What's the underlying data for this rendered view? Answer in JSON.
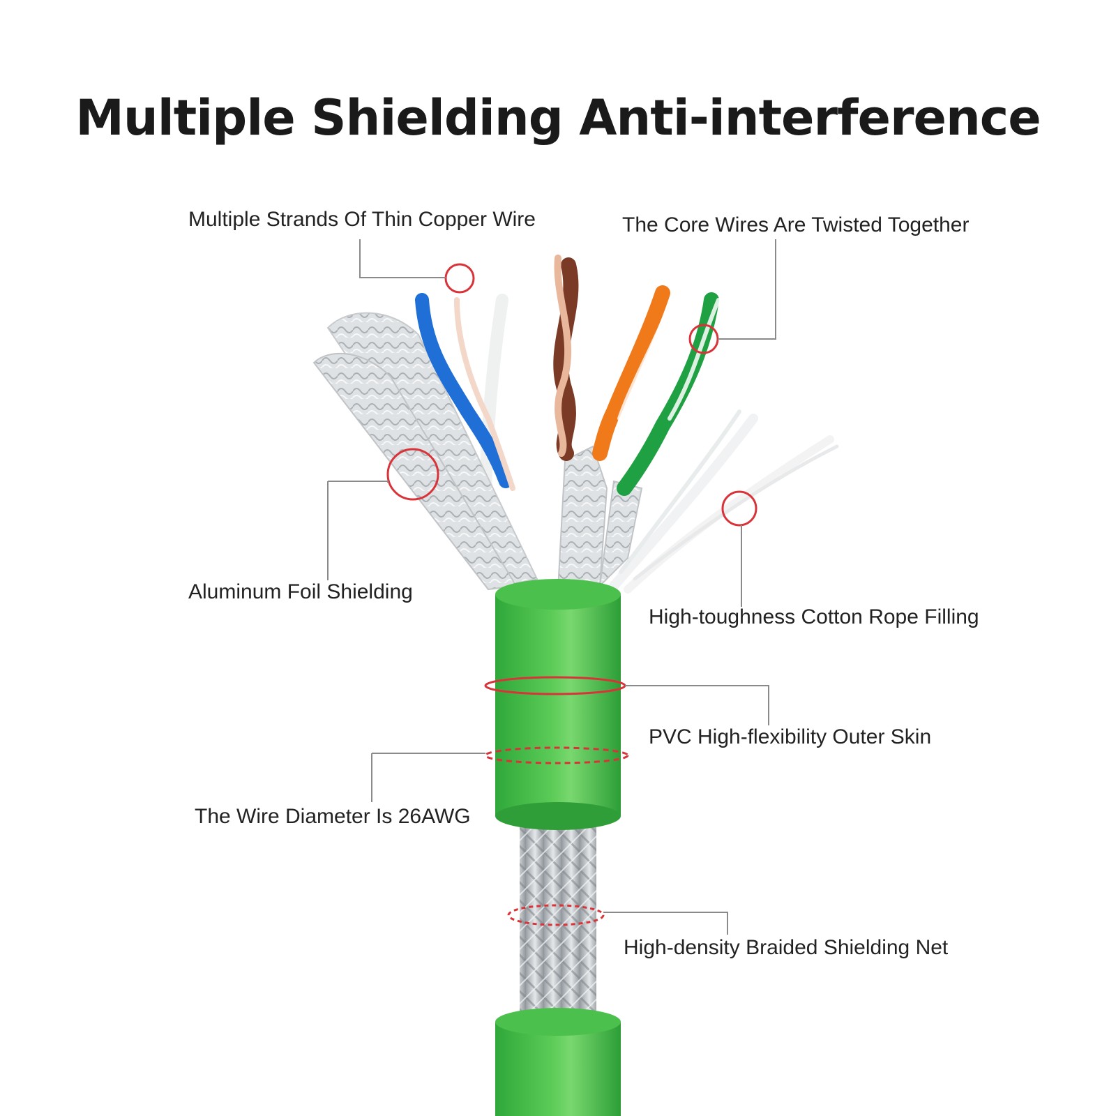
{
  "title": "Multiple Shielding Anti-interference",
  "labels": {
    "copper_strands": "Multiple Strands Of Thin Copper Wire",
    "twisted_core": "The Core Wires Are Twisted Together",
    "aluminum_foil": "Aluminum Foil Shielding",
    "cotton_rope": "High-toughness Cotton Rope Filling",
    "pvc_skin": "PVC High-flexibility Outer Skin",
    "wire_diameter": "The Wire Diameter Is 26AWG",
    "braided_net": "High-density Braided Shielding Net"
  },
  "colors": {
    "jacket_green": "#3cb943",
    "jacket_highlight": "#7ad66f",
    "callout_red": "#d9333a",
    "leader_gray": "#8a8a8a",
    "wire_blue": "#1f6fd6",
    "wire_brown": "#7a3a26",
    "wire_orange": "#f07a1a",
    "wire_green": "#1fa042",
    "braid_silver": "#b9bec2"
  }
}
